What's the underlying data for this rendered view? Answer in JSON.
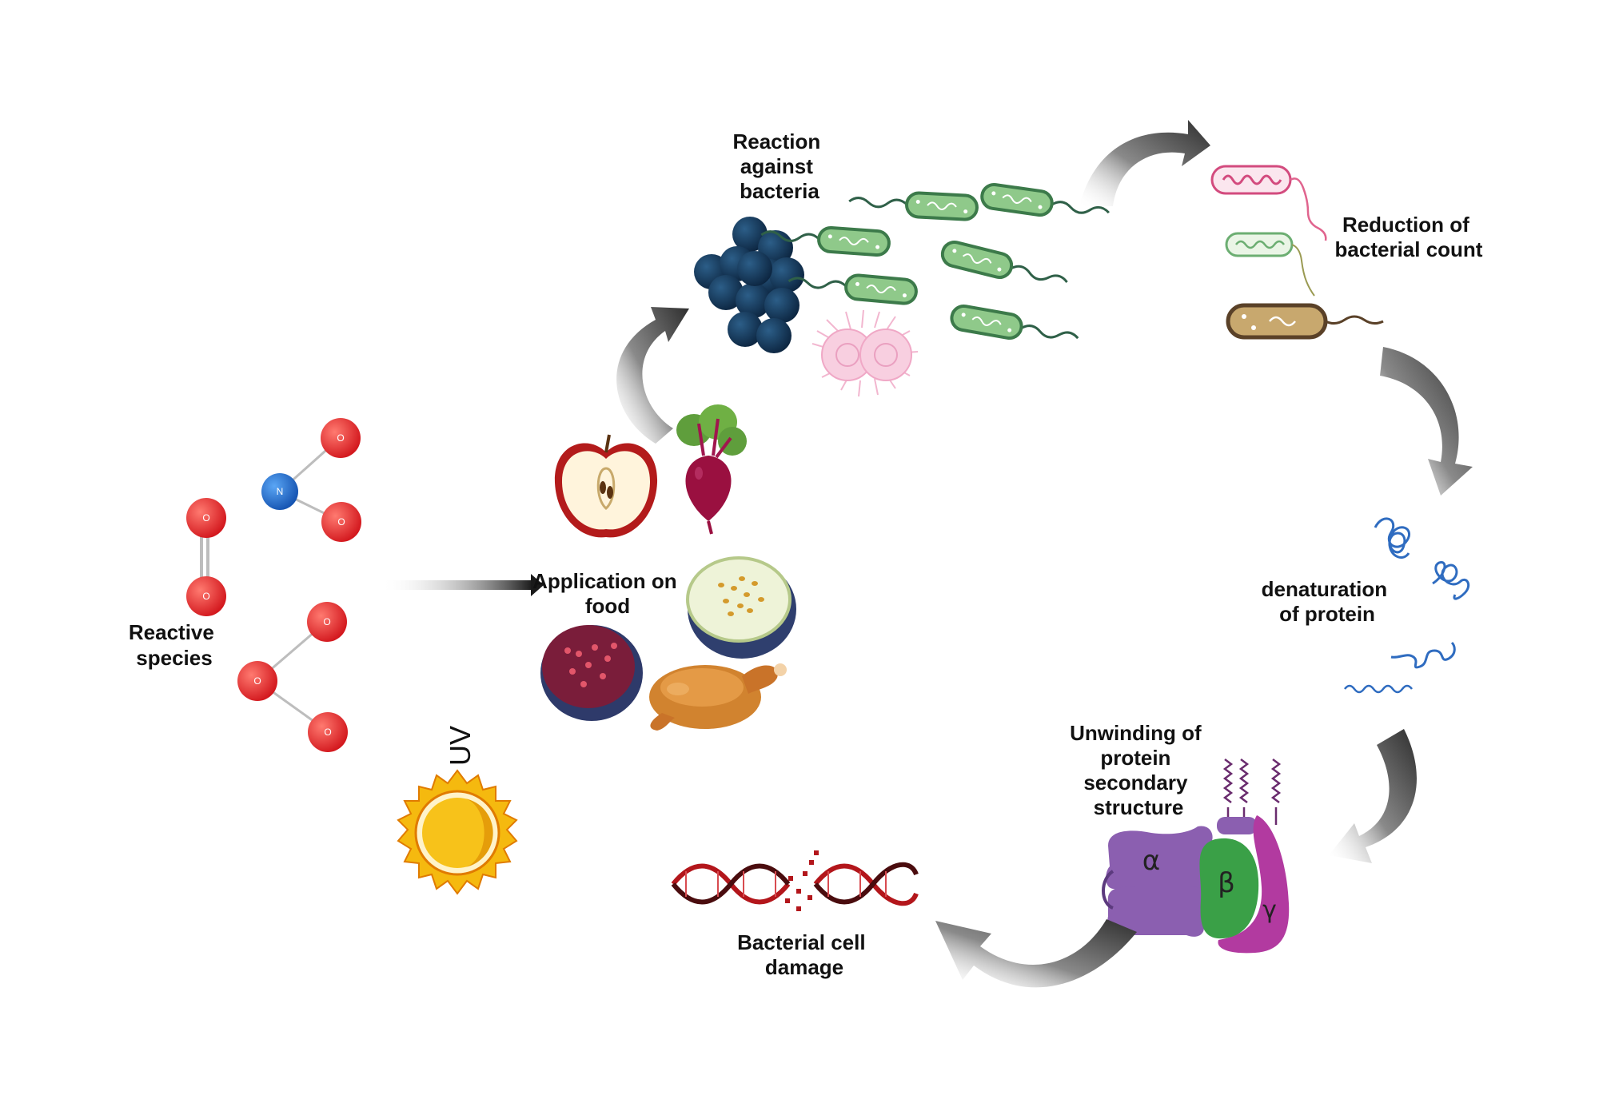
{
  "labels": {
    "reactive_species": [
      "Reactive",
      "species"
    ],
    "uv": "UV",
    "application": [
      "Application on",
      "food"
    ],
    "reaction": [
      "Reaction",
      "against",
      "bacteria"
    ],
    "reduction": [
      "Reduction of",
      "bacterial count"
    ],
    "denaturation": [
      "denaturation",
      "of protein"
    ],
    "unwinding": [
      "Unwinding of",
      "protein",
      "secondary",
      "structure"
    ],
    "damage": [
      "Bacterial cell",
      "damage"
    ]
  },
  "atoms": {
    "oxygen": "O",
    "nitrogen": "N"
  },
  "subunits": {
    "alpha": "α",
    "beta": "β",
    "gamma": "γ"
  },
  "colors": {
    "oxygen": "#e8262a",
    "nitrogen": "#1f6fd1",
    "cocci": "#163a5c",
    "bacillus": "#8fc98a",
    "bacillus_outline": "#3c7a4a",
    "arrow": "#555555",
    "dna": "#b3161b",
    "alpha": "#8b5fb0",
    "beta": "#3aa047",
    "gamma": "#b23aa0",
    "sun": "#f7c21a"
  },
  "icons": [
    "oxygen-atom-icon",
    "nitrogen-atom-icon",
    "sun-icon",
    "apple-icon",
    "beet-icon",
    "melon-icon",
    "fig-icon",
    "chicken-icon",
    "cocci-icon",
    "bacillus-icon",
    "diplococcus-icon",
    "protein-coil-icon",
    "atp-synthase-icon",
    "dna-helix-icon"
  ]
}
